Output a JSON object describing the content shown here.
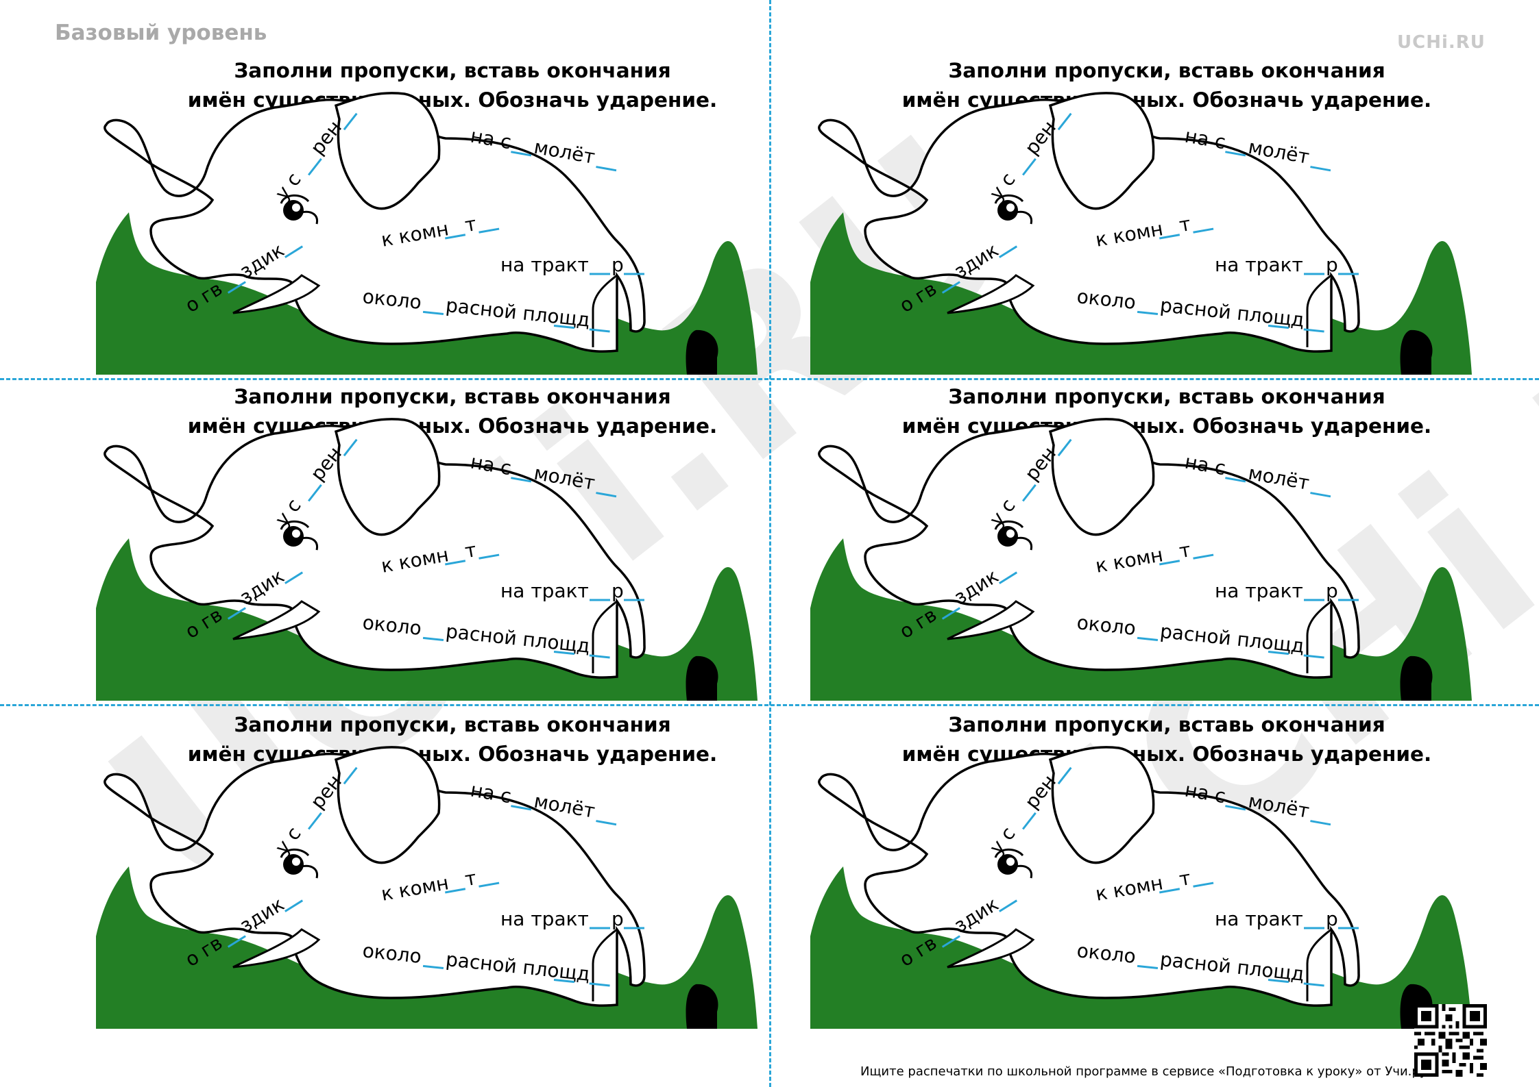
{
  "header": {
    "level": "Базовый уровень",
    "brand": "UCHi.RU"
  },
  "watermark": "UCHi.RU",
  "card": {
    "title_line1": "Заполни пропуски, вставь окончания",
    "title_line2": "имён существительных. Обозначь ударение.",
    "words": {
      "w1": "у с",
      "w1b": "рен",
      "w2": "на с",
      "w2b": "молёт",
      "w3": "к комн",
      "w3b": "т",
      "w4": "на тракт",
      "w4b": "р",
      "w5": "о гв",
      "w5b": "здик",
      "w6": "около",
      "w6b": "расной площ",
      "w6c": "д"
    }
  },
  "cards": [
    "card-1",
    "card-2",
    "card-3",
    "card-4",
    "card-5",
    "card-6"
  ],
  "footer": {
    "note": "Ищите распечатки по школьной программе в сервисе «Подготовка к уроку» от Учи.ру."
  },
  "colors": {
    "grass": "#237f25",
    "blank": "#2aa6d8",
    "cut_line": "#2aa6d8"
  }
}
